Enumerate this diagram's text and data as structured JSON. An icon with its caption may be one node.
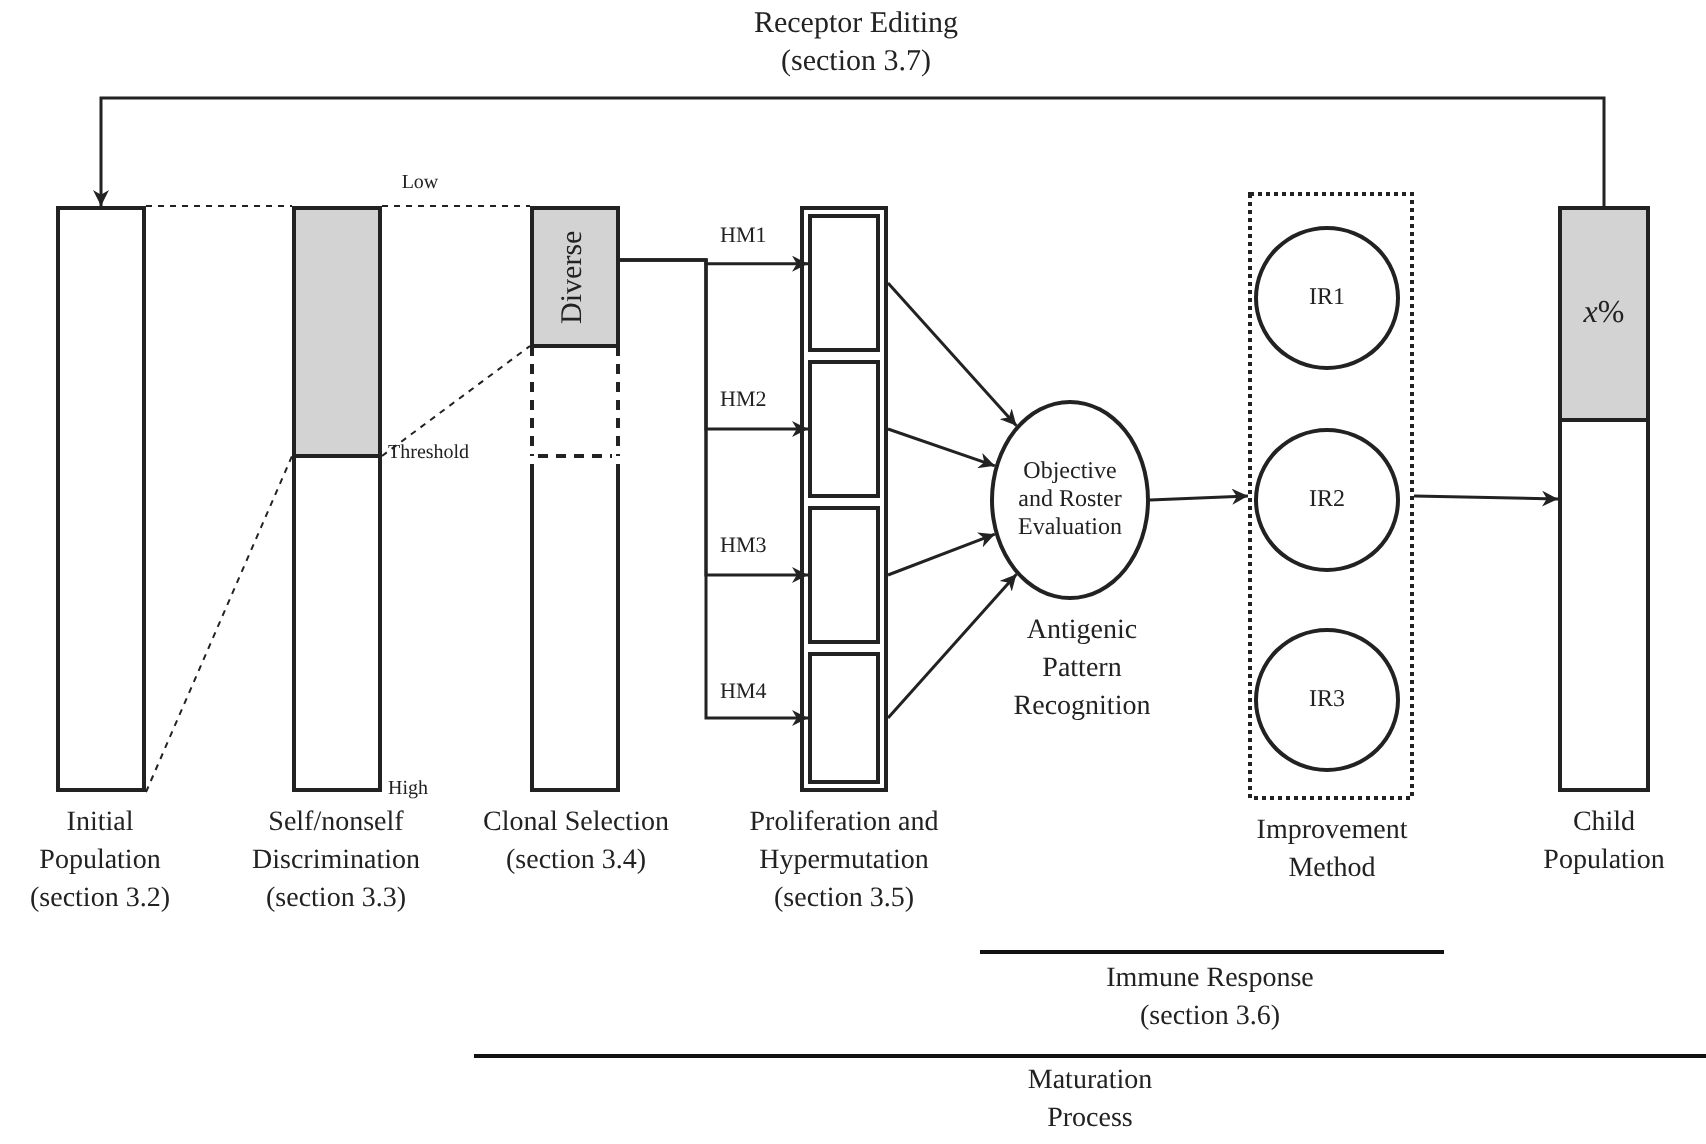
{
  "diagram": {
    "nodes": [
      {
        "text": [],
        "shape": "bar",
        "beside": [
          "Initial Population (section 3.2)"
        ]
      },
      {
        "text": [],
        "shape": "bar",
        "beside": [
          "Self/nonself Discrimination (section 3.3)"
        ]
      },
      {
        "text": [
          "Diverse"
        ],
        "beside": [
          "Clonal Selection (section 3.4)"
        ]
      },
      {
        "text": [],
        "shape": "bar",
        "beside": [
          "Proliferation and Hypermutation (section 3.5)"
        ]
      },
      {
        "text": [],
        "shape": "box",
        "in": 3
      },
      {
        "text": [],
        "shape": "box",
        "in": 3
      },
      {
        "text": [],
        "shape": "box",
        "in": 3
      },
      {
        "text": [],
        "shape": "box",
        "in": 3
      },
      {
        "text": [
          "Objective and Roster Evaluation"
        ],
        "beside": [
          "Antigenic Pattern Recognition"
        ]
      },
      {
        "text": [],
        "shape": "box",
        "beside": [
          "Improvement Method"
        ]
      },
      {
        "text": [
          "IR1"
        ],
        "in": 9
      },
      {
        "text": [
          "IR2"
        ],
        "in": 9
      },
      {
        "text": [
          "IR3"
        ],
        "in": 9
      },
      {
        "text": [
          "*x*%"
        ],
        "beside": [
          "Child Population"
        ]
      }
    ],
    "edges": [
      {
        "from": 13,
        "to": 0,
        "arrow": "to",
        "label": "Receptor Editing (section 3.7)"
      },
      {
        "from": 2,
        "to": 4,
        "arrow": "to",
        "label": "HM1"
      },
      {
        "from": 2,
        "to": 5,
        "arrow": "to",
        "label": "HM2"
      },
      {
        "from": 2,
        "to": 6,
        "arrow": "to",
        "label": "HM3"
      },
      {
        "from": 2,
        "to": 7,
        "arrow": "to",
        "label": "HM4"
      },
      {
        "from": 4,
        "to": 8,
        "arrow": "to"
      },
      {
        "from": 5,
        "to": 8,
        "arrow": "to"
      },
      {
        "from": 6,
        "to": 8,
        "arrow": "to"
      },
      {
        "from": 7,
        "to": 8,
        "arrow": "to"
      },
      {
        "from": 8,
        "to": 9,
        "arrow": "to"
      },
      {
        "from": 9,
        "to": 13,
        "arrow": "to"
      },
      {
        "from": 0,
        "to": 1,
        "arrow": "none",
        "style": "dashed"
      },
      {
        "from": 0,
        "to": 1,
        "arrow": "none",
        "style": "dashed"
      },
      {
        "from": 1,
        "to": 2,
        "arrow": "none",
        "style": "dashed"
      },
      {
        "from": 1,
        "to": 2,
        "arrow": "none",
        "style": "dashed"
      }
    ],
    "labels": [
      "Low",
      "Threshold",
      "High",
      "Immune Response (section 3.6)",
      "Maturation Process"
    ]
  }
}
